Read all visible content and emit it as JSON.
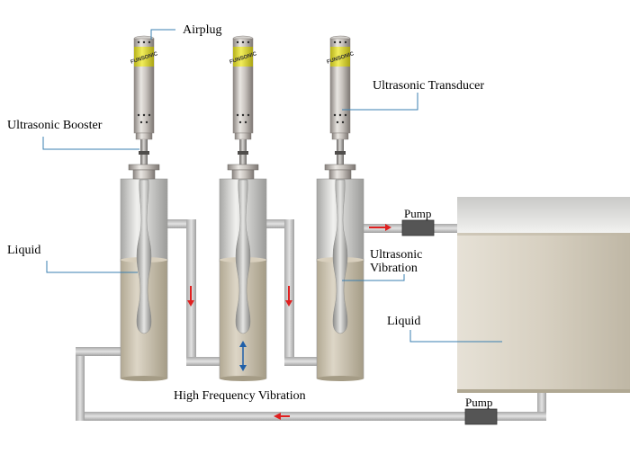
{
  "labels": {
    "airplug": "Airplug",
    "ultrasonic_transducer": "Ultrasonic Transducer",
    "ultrasonic_booster": "Ultrasonic Booster",
    "liquid_left": "Liquid",
    "pump_top": "Pump",
    "ultrasonic_vibration": "Ultrasonic Vibration",
    "liquid_tank": "Liquid",
    "high_frequency_vibration": "High Frequency Vibration",
    "pump_bottom": "Pump"
  },
  "transducer": {
    "brand": "FUNSONIC",
    "band_color": "#e7e23a"
  },
  "colors": {
    "liquid": "#cfc6b4",
    "pipe": "#c8c8c8",
    "flow_arrow": "#e02020",
    "vibration_arrow": "#1f5fa8",
    "pump": "#555555",
    "leader_line": "#3a7fb0"
  }
}
